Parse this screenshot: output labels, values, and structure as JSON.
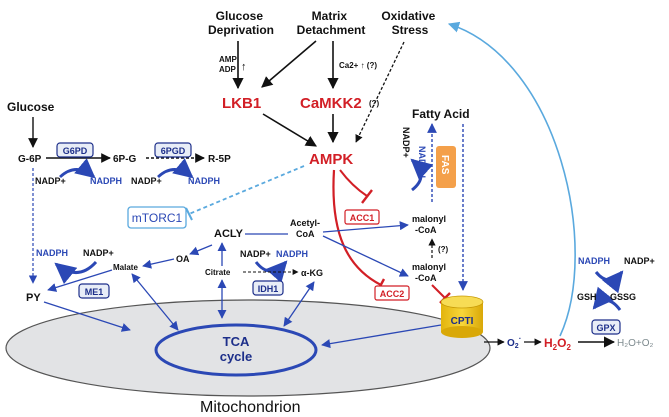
{
  "inputs": {
    "glucose_deprivation": [
      "Glucose",
      "Deprivation"
    ],
    "matrix_detachment": [
      "Matrix",
      "Detachment"
    ],
    "oxidative_stress": [
      "Oxidative",
      "Stress"
    ],
    "amp_adp": [
      "AMP",
      "ADP"
    ],
    "amp_adp_arrow": "↑",
    "ca2": "Ca2+ ↑ (?)",
    "unknown_link": "(?)"
  },
  "kinases": {
    "lkb1": "LKB1",
    "camkk2": "CaMKK2",
    "ampk": "AMPK"
  },
  "ppp": {
    "glucose": "Glucose",
    "g6p": "G-6P",
    "g6pd": "G6PD",
    "pg6": "6P-G",
    "pgd6": "6PGD",
    "r5p": "R-5P",
    "nadp1": "NADP+",
    "nadph1": "NADPH",
    "nadp2": "NADP+",
    "nadph2": "NADPH"
  },
  "mtorc1": "mTORC1",
  "fatty": {
    "fatty_acid": "Fatty Acid",
    "nadp": "NADP+",
    "nadph": "NADPH",
    "fas": "FAS",
    "acc1": "ACC1",
    "malonyl_top": [
      "malonyl",
      "-CoA"
    ],
    "unknown": "(?)",
    "malonyl_bottom": [
      "malonyl",
      "-CoA"
    ],
    "acc2": "ACC2",
    "cpti": "CPTI"
  },
  "tca_side": {
    "acetyl_coa": [
      "Acetyl-",
      "CoA"
    ],
    "acly": "ACLY",
    "oa": "OA",
    "citrate": "Citrate",
    "akg": "α-KG",
    "nadp": "NADP+",
    "nadph": "NADPH",
    "idh1": "IDH1",
    "malate": "Malate",
    "nadph_me": "NADPH",
    "nadp_me": "NADP+",
    "me1": "ME1",
    "py": "PY"
  },
  "mito": {
    "tca": "TCA",
    "cycle": "cycle",
    "label": "Mitochondrion"
  },
  "ros": {
    "o2": "O",
    "o2_sup": "2",
    "o2_charge": "·",
    "h2o2": "H",
    "h2o2_sub1": "2",
    "h2o2_mid": "O",
    "h2o2_sub2": "2",
    "product": "H₂O+O₂",
    "nadph": "NADPH",
    "nadp": "NADP+",
    "gsh": "GSH",
    "gssg": "GSSG",
    "gpx": "GPX"
  },
  "colors": {
    "red": "#d21f26",
    "blue": "#2b48b5",
    "light_blue": "#5aa9de",
    "navy": "#1d2f8a",
    "box_bg": "#e8edf7",
    "fas_orange": "#f4a04a",
    "cpti_yellow": "#f2c81a",
    "mito_fill": "#e2e3e5",
    "gray_text": "#7d8a8e"
  }
}
